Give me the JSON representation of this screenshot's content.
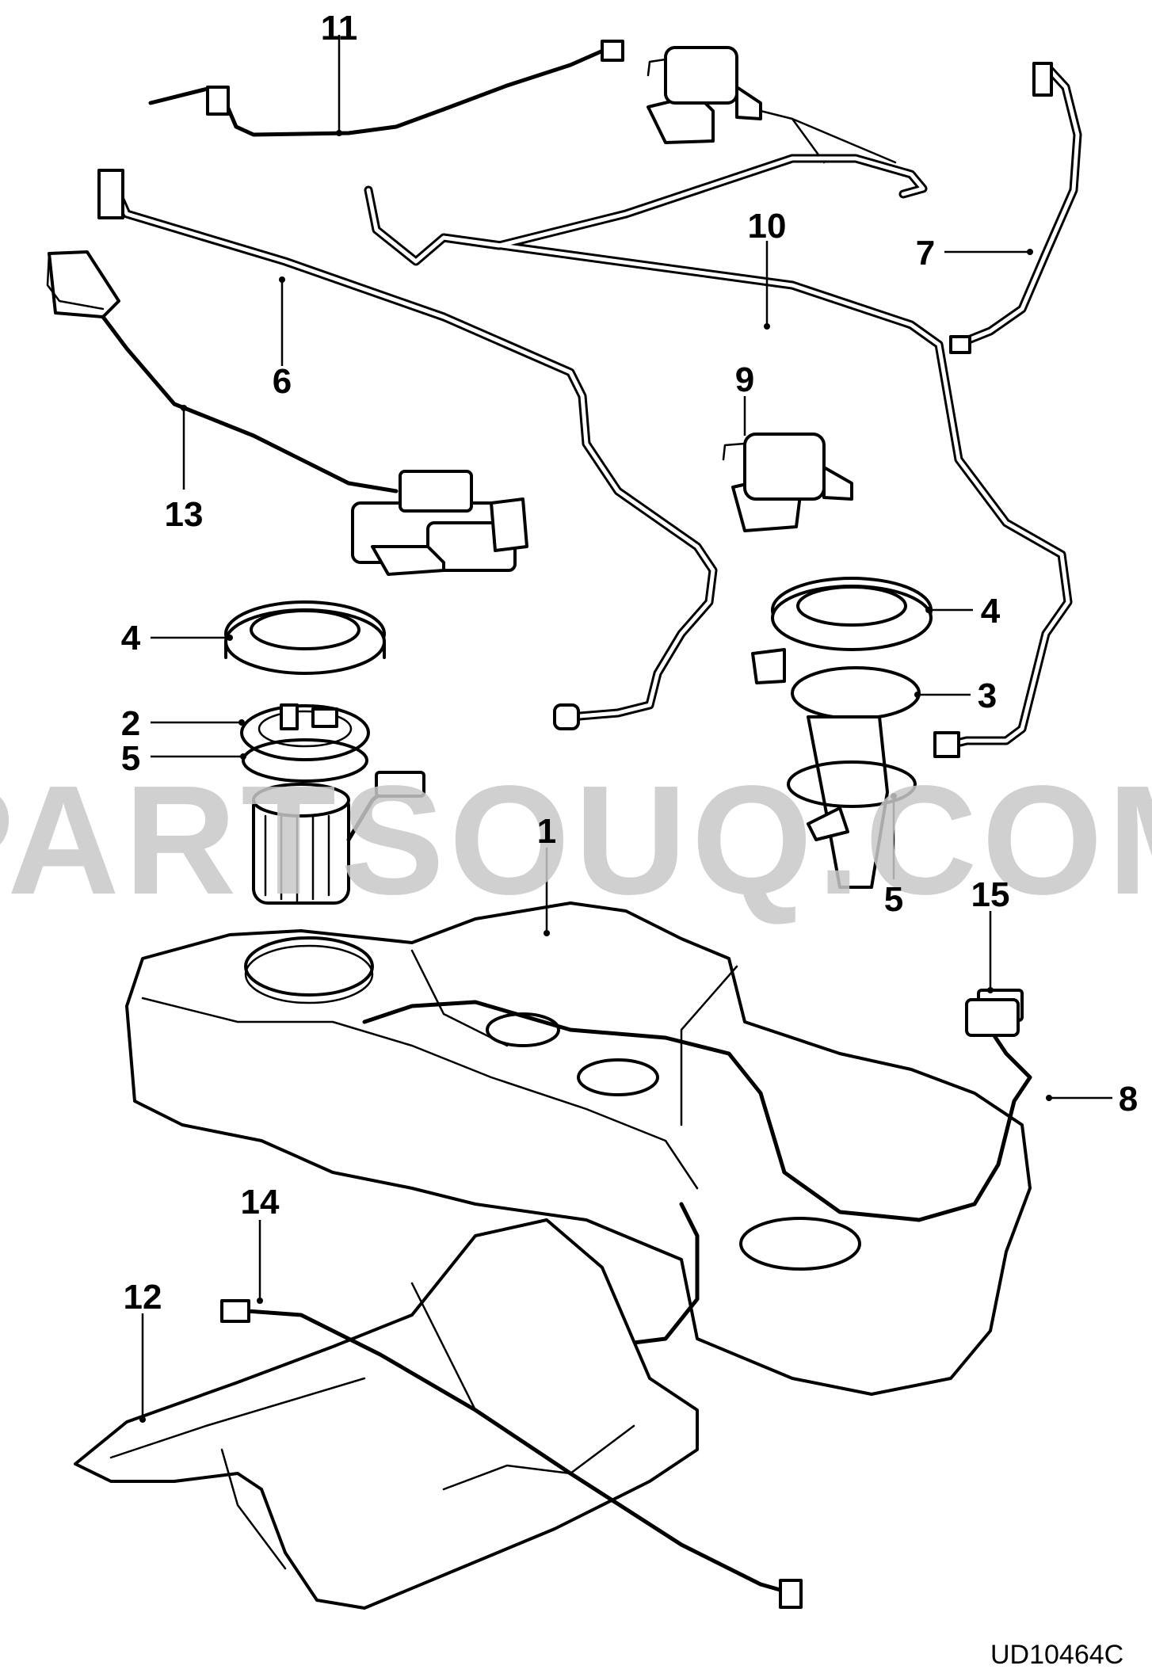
{
  "watermark": "PARTSOUQ.COM",
  "diagram_code": "UD10464C",
  "callouts": {
    "c1": "1",
    "c2": "2",
    "c3": "3",
    "c4_left": "4",
    "c4_right": "4",
    "c5_left": "5",
    "c5_right": "5",
    "c6": "6",
    "c7": "7",
    "c8": "8",
    "c9": "9",
    "c10": "10",
    "c11": "11",
    "c12": "12",
    "c13": "13",
    "c14": "14",
    "c15": "15"
  }
}
